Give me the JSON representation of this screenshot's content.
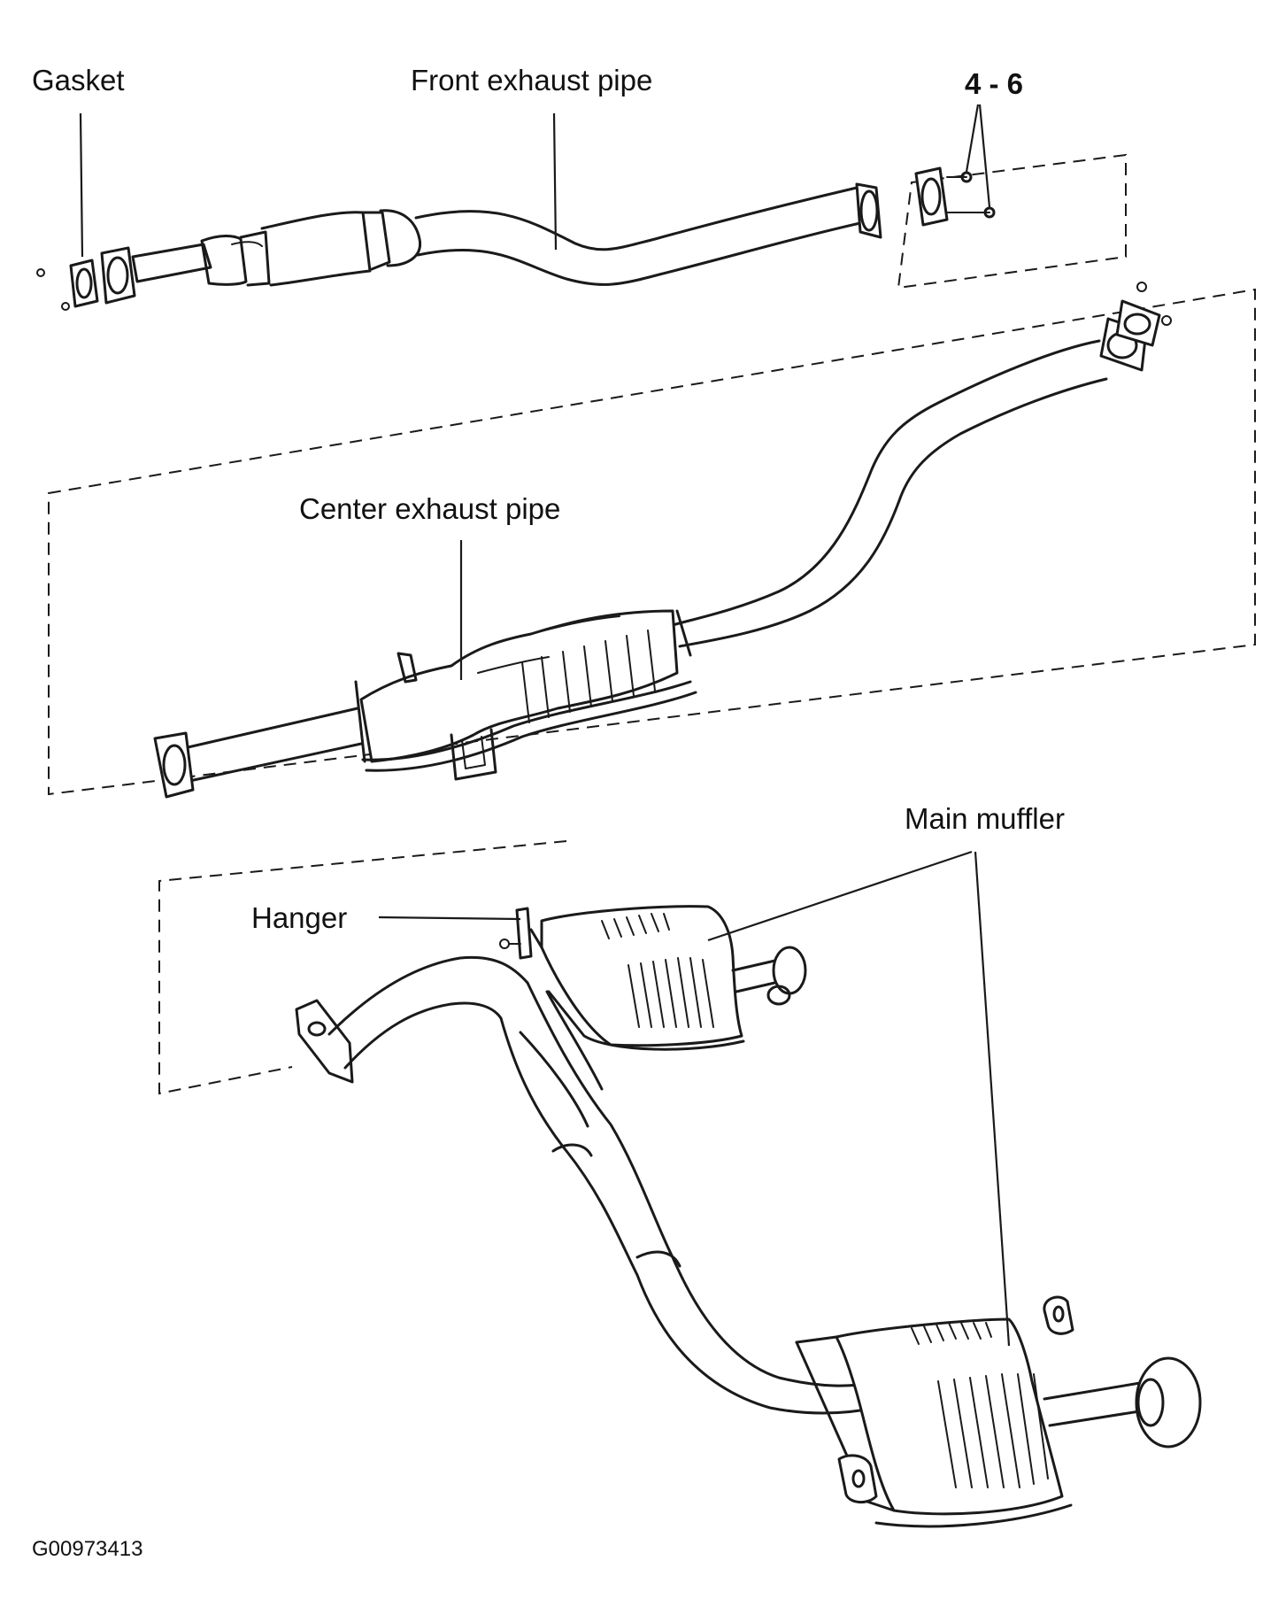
{
  "labels": {
    "gasket": "Gasket",
    "front_exhaust_pipe": "Front exhaust pipe",
    "torque_spec": "4 - 6",
    "center_exhaust_pipe": "Center exhaust pipe",
    "main_muffler": "Main muffler",
    "hanger": "Hanger",
    "figure_id": "G00973413"
  },
  "colors": {
    "line": "#1a1a1a",
    "background": "#ffffff"
  }
}
